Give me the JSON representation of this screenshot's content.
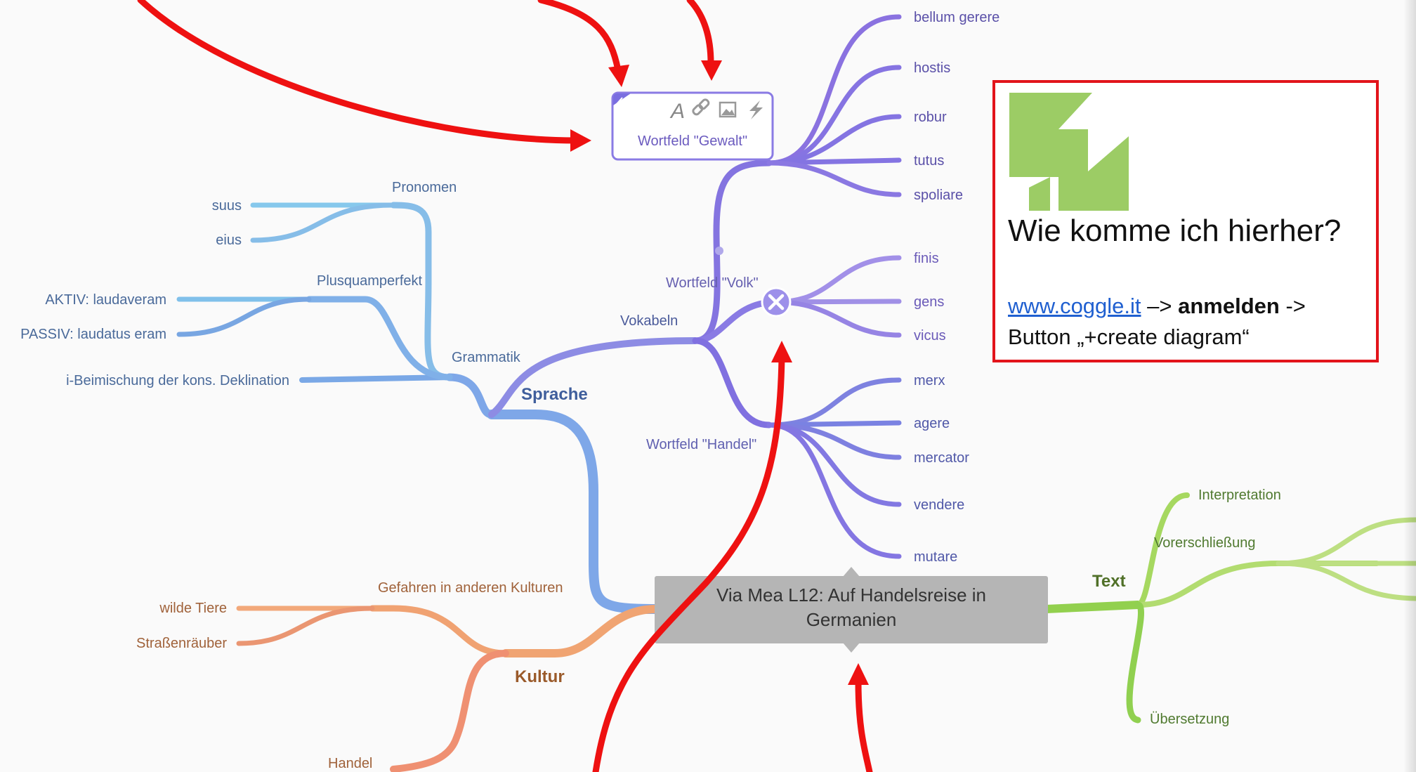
{
  "root": {
    "line1": "Via Mea L12: Auf Handelsreise in",
    "line2": "Germanien"
  },
  "branches": {
    "sprache": "Sprache",
    "kultur": "Kultur",
    "text": "Text"
  },
  "sprache": {
    "vokabeln": "Vokabeln",
    "grammatik": "Grammatik",
    "wortfeld_gewalt": "Wortfeld \"Gewalt\"",
    "wortfeld_volk": "Wortfeld \"Volk\"",
    "wortfeld_handel": "Wortfeld \"Handel\"",
    "gewalt_words": [
      "bellum gerere",
      "hostis",
      "robur",
      "tutus",
      "spoliare"
    ],
    "volk_words": [
      "finis",
      "gens",
      "vicus"
    ],
    "handel_words": [
      "merx",
      "agere",
      "mercator",
      "vendere",
      "mutare"
    ],
    "pronomen": "Pronomen",
    "pronomen_items": [
      "suus",
      "eius"
    ],
    "plusquamperfekt": "Plusquamperfekt",
    "plusquam_items": [
      "AKTIV: laudaveram",
      "PASSIV: laudatus eram"
    ],
    "deklination": "i-Beimischung der kons. Deklination"
  },
  "kultur": {
    "gefahren": "Gefahren in anderen Kulturen",
    "gefahren_items": [
      "wilde Tiere",
      "Straßenräuber"
    ],
    "handel": "Handel"
  },
  "text": {
    "items": [
      "Interpretation",
      "Vorerschließung",
      "Übersetzung"
    ]
  },
  "toolbar_icons": [
    "edit-icon",
    "font-icon",
    "link-icon",
    "image-icon",
    "lightning-icon"
  ],
  "info": {
    "question": "Wie komme ich hierher?",
    "link": "www.coggle.it",
    "arrow1": " –> ",
    "bold": "anmelden",
    "arrow2": " ->",
    "line2": "Button „+create diagram“"
  },
  "colors": {
    "sprache": "#7ea7e8",
    "vokabeln": "#8270e0",
    "volk": "#a08ee6",
    "kultur": "#f0a070",
    "text": "#9ad456",
    "annotation": "#ee1111",
    "root_bg": "#b5b5b5",
    "coggle_logo": "#9ccc65"
  }
}
